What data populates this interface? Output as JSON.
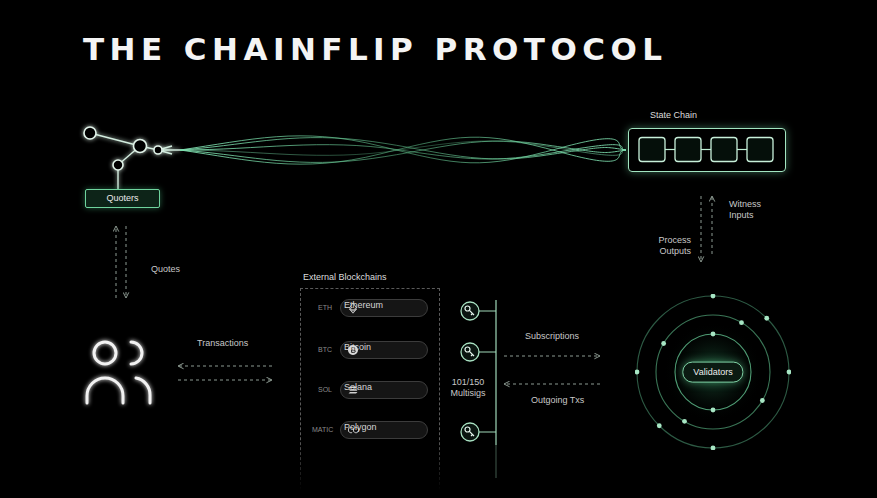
{
  "diagram": {
    "title": "THE CHAINFLIP PROTOCOL",
    "nodes": [
      {
        "text": [
          "Quoters"
        ]
      },
      {
        "text": [
          "State Chain"
        ]
      },
      {
        "text": [
          "External Blockchains"
        ]
      },
      {
        "text": [
          "Ethereum"
        ],
        "in": 2
      },
      {
        "text": [
          "Bitcoin"
        ],
        "in": 2
      },
      {
        "text": [
          "Solana"
        ],
        "in": 2
      },
      {
        "text": [
          "Polygon"
        ],
        "in": 2
      },
      {
        "text": [
          "Validators"
        ]
      }
    ],
    "edges": [
      {
        "from": 7,
        "to": 1,
        "label": "Witness Inputs",
        "arrow": "to"
      },
      {
        "from": 1,
        "to": 7,
        "label": "Process Outputs",
        "arrow": "to"
      },
      {
        "from": 2,
        "to": 7,
        "label": "Subscriptions",
        "arrow": "to"
      },
      {
        "from": 7,
        "to": 2,
        "label": "Outgoing Txs",
        "arrow": "to"
      }
    ],
    "labels": [
      "Quotes",
      "Transactions",
      "ETH",
      "BTC",
      "SOL",
      "MATIC",
      "101/150 Multisigs"
    ]
  }
}
